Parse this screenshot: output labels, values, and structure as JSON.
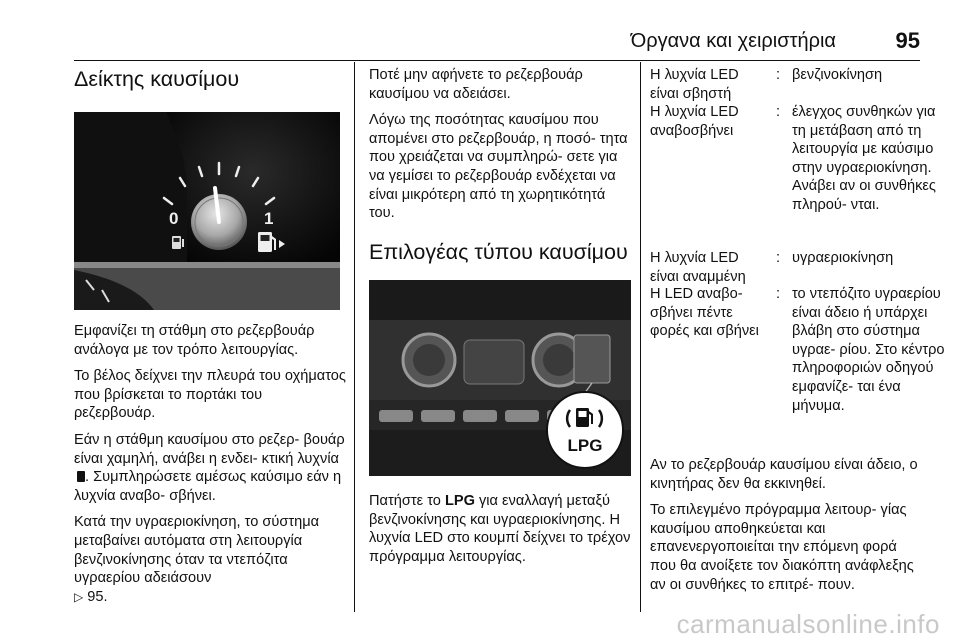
{
  "header": {
    "title": "Όργανα και χειριστήρια",
    "page_number": "95"
  },
  "col1": {
    "heading": "Δείκτης καυσίμου",
    "gauge": {
      "label_empty": "0",
      "label_full": "1"
    },
    "p1": "Εμφανίζει τη στάθμη στο ρεζερβουάρ ανάλογα με τον τρόπο λειτουργίας.",
    "p2": "Το βέλος δείχνει την πλευρά του οχήματος που βρίσκεται το πορτάκι του ρεζερβουάρ.",
    "p3a": "Εάν η στάθμη καυσίμου στο ρεζερ- βουάρ είναι χαμηλή, ανάβει η ενδει- κτική λυχνία",
    "p3b": ". Συμπληρώσετε αμέσως καύσιμο εάν η λυχνία αναβο- σβήνει.",
    "p4": "Κατά την υγραεριοκίνηση, το σύστημα μεταβαίνει αυτόματα στη λειτουργία βενζινοκίνησης όταν τα ντεπόζιτα υγραερίου αδειάσουν",
    "p4_ref": "95."
  },
  "col2": {
    "p1": "Ποτέ μην αφήνετε το ρεζερβουάρ καυσίμου να αδειάσει.",
    "p2": "Λόγω της ποσότητας καυσίμου που απομένει στο ρεζερβουάρ, η ποσό- τητα που χρειάζεται να συμπληρώ- σετε για να γεμίσει το ρεζερβουάρ ενδέχεται να είναι μικρότερη από τη χωρητικότητά του.",
    "heading": "Επιλογέας τύπου καυσίμου",
    "button_label": "LPG",
    "p3a": "Πατήστε το",
    "p3_bold": "LPG",
    "p3b": "για εναλλαγή μεταξύ βενζινοκίνησης και υγραεριοκίνησης. Η λυχνία LED στο κουμπί δείχνει το τρέχον πρόγραμμα λειτουργίας."
  },
  "col3": {
    "rows": [
      {
        "label": "Η λυχνία LED είναι σβηστή",
        "sep": ":",
        "value": "βενζινοκίνηση"
      },
      {
        "label": "Η λυχνία LED αναβοσβήνει",
        "sep": ":",
        "value": "έλεγχος συνθηκών για τη μετάβαση από τη λειτουργία με καύσιμο στην υγραεριοκίνηση. Ανάβει αν οι συνθήκες πληρού- νται."
      },
      {
        "label": "Η λυχνία LED είναι αναμμένη",
        "sep": ":",
        "value": "υγραεριοκίνηση"
      },
      {
        "label": "Η LED αναβο- σβήνει πέντε φορές και σβήνει",
        "sep": ":",
        "value": "το ντεπόζιτο υγραερίου είναι άδειο ή υπάρχει βλάβη στο σύστημα υγραε- ρίου. Στο κέντρο πληροφοριών οδηγού εμφανίζε- ται ένα μήνυμα."
      }
    ],
    "p1": "Αν το ρεζερβουάρ καυσίμου είναι άδειο, ο κινητήρας δεν θα εκκινηθεί.",
    "p2": "Το επιλεγμένο πρόγραμμα λειτουρ- γίας καυσίμου αποθηκεύεται και επανενεργοποιείται την επόμενη φορά που θα ανοίξετε τον διακόπτη ανάφλεξης αν οι συνθήκες το επιτρέ- πουν."
  },
  "watermark": "carmanualsonline.info"
}
